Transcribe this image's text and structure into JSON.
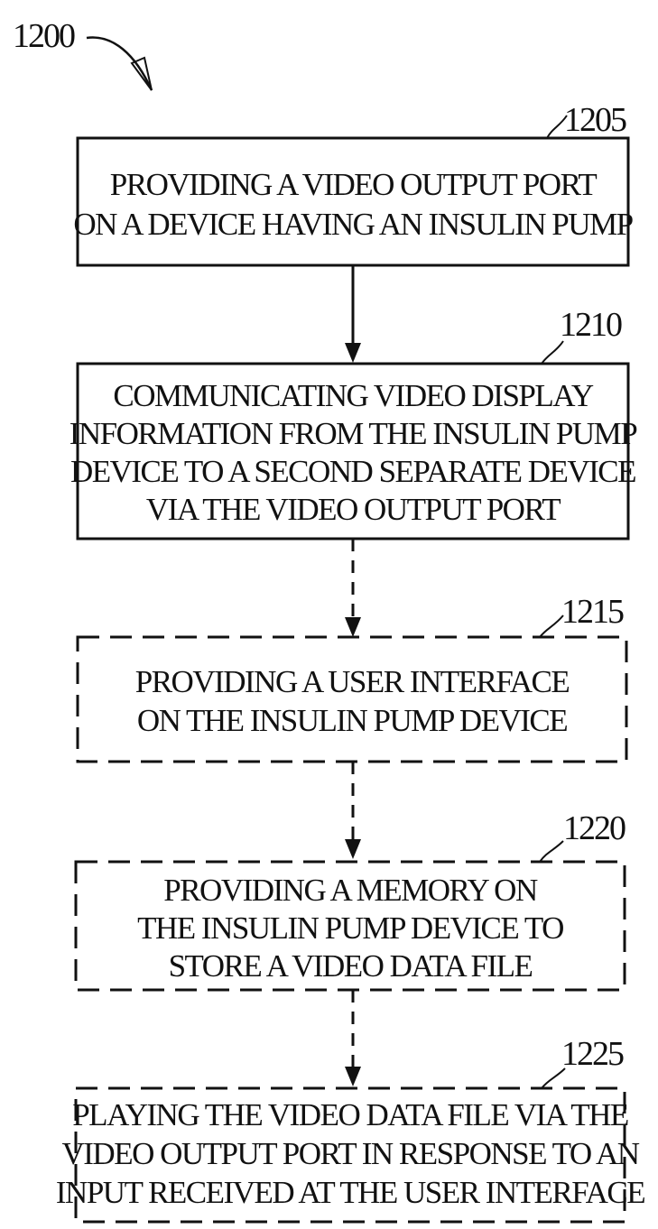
{
  "figure": {
    "label": "1200"
  },
  "steps": [
    {
      "ref": "1205",
      "style": "solid",
      "lines": [
        "PROVIDING A VIDEO OUTPUT PORT",
        "ON A DEVICE HAVING AN INSULIN PUMP"
      ]
    },
    {
      "ref": "1210",
      "style": "solid",
      "lines": [
        "COMMUNICATING VIDEO DISPLAY",
        "INFORMATION FROM THE INSULIN PUMP",
        "DEVICE TO A SECOND SEPARATE DEVICE",
        "VIA THE VIDEO OUTPUT PORT"
      ]
    },
    {
      "ref": "1215",
      "style": "dashed",
      "lines": [
        "PROVIDING A USER INTERFACE",
        "ON THE INSULIN PUMP DEVICE"
      ]
    },
    {
      "ref": "1220",
      "style": "dashed",
      "lines": [
        "PROVIDING A MEMORY ON",
        "THE INSULIN PUMP DEVICE TO",
        "STORE A VIDEO DATA FILE"
      ]
    },
    {
      "ref": "1225",
      "style": "dashed",
      "lines": [
        "PLAYING THE VIDEO DATA FILE VIA THE",
        "VIDEO OUTPUT PORT IN RESPONSE TO AN",
        "INPUT RECEIVED AT THE USER INTERFACE"
      ]
    }
  ],
  "connectors": [
    {
      "from": "1205",
      "to": "1210",
      "style": "solid"
    },
    {
      "from": "1210",
      "to": "1215",
      "style": "dashed"
    },
    {
      "from": "1215",
      "to": "1220",
      "style": "dashed"
    },
    {
      "from": "1220",
      "to": "1225",
      "style": "dashed"
    }
  ],
  "colors": {
    "ink": "#111111",
    "background": "#ffffff"
  }
}
